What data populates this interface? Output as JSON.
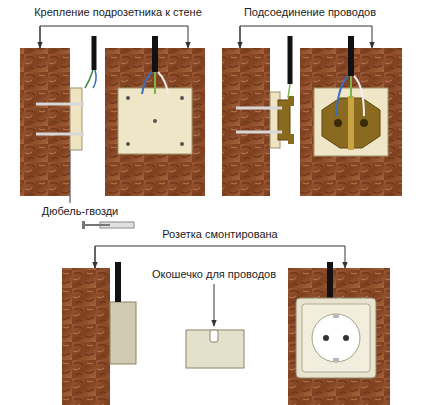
{
  "diagram": {
    "labels": [
      "Крепление подрозетника к стене",
      "Подсоединение проводов",
      "Дюбель-гвозди",
      "Розетка смонтирована",
      "Окошечко для проводов"
    ]
  }
}
